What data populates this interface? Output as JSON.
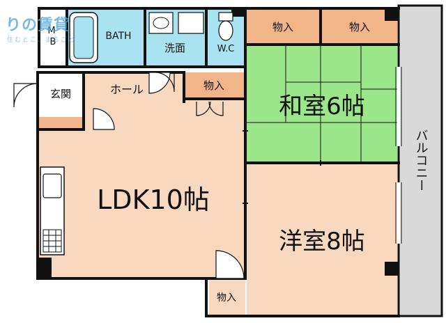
{
  "watermark": {
    "main": "りの賃貸",
    "sub": "住むとこ、まるごと"
  },
  "labels": {
    "mb": "M\nB",
    "bath": "BATH",
    "senmen": "洗面",
    "wc": "W.C",
    "monoire_top1": "物入",
    "monoire_top2": "物入",
    "genkan": "玄関",
    "hall": "ホール",
    "monoire_mid": "物入",
    "washitsu": "和室6帖",
    "balcony": "バルコニー",
    "ldk": "LDK10帖",
    "youshitsu": "洋室8帖",
    "monoire_bottom": "物入"
  },
  "colors": {
    "wall": "#111111",
    "wood_floor": "#f8d9bf",
    "storage": "#f2b58a",
    "wet_area": "#a9e3f1",
    "tatami": "#9be58b",
    "balcony": "#d9d9d9",
    "white": "#ffffff"
  }
}
